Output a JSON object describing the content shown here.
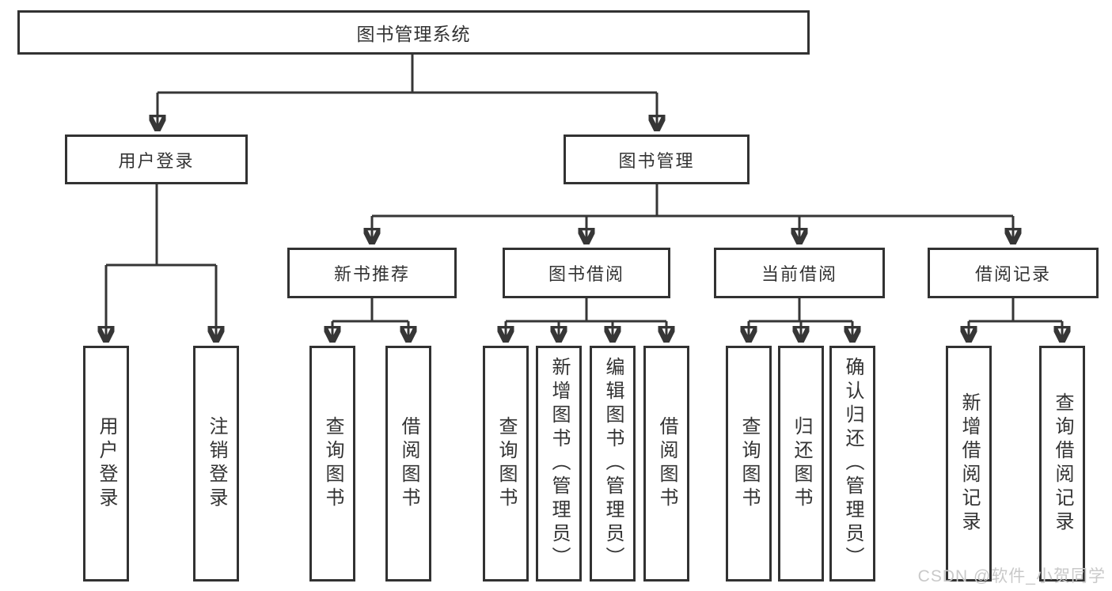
{
  "tree": {
    "root": "图书管理系统",
    "branches": [
      {
        "label": "用户登录",
        "children": [
          "用户登录",
          "注销登录"
        ]
      },
      {
        "label": "图书管理",
        "sections": [
          {
            "label": "新书推荐",
            "children": [
              "查询图书",
              "借阅图书"
            ]
          },
          {
            "label": "图书借阅",
            "children": [
              "查询图书",
              "新增图书（管理员）",
              "编辑图书（管理员）",
              "借阅图书"
            ]
          },
          {
            "label": "当前借阅",
            "children": [
              "查询图书",
              "归还图书",
              "确认归还（管理员）"
            ]
          },
          {
            "label": "借阅记录",
            "children": [
              "新增借阅记录",
              "查询借阅记录"
            ]
          }
        ]
      }
    ]
  },
  "watermark": "CSDN @软件_小贺同学",
  "colors": {
    "line": "#363636",
    "border": "#323232",
    "text": "#333333",
    "watermark": "#c9c9c9",
    "background": "#ffffff"
  }
}
